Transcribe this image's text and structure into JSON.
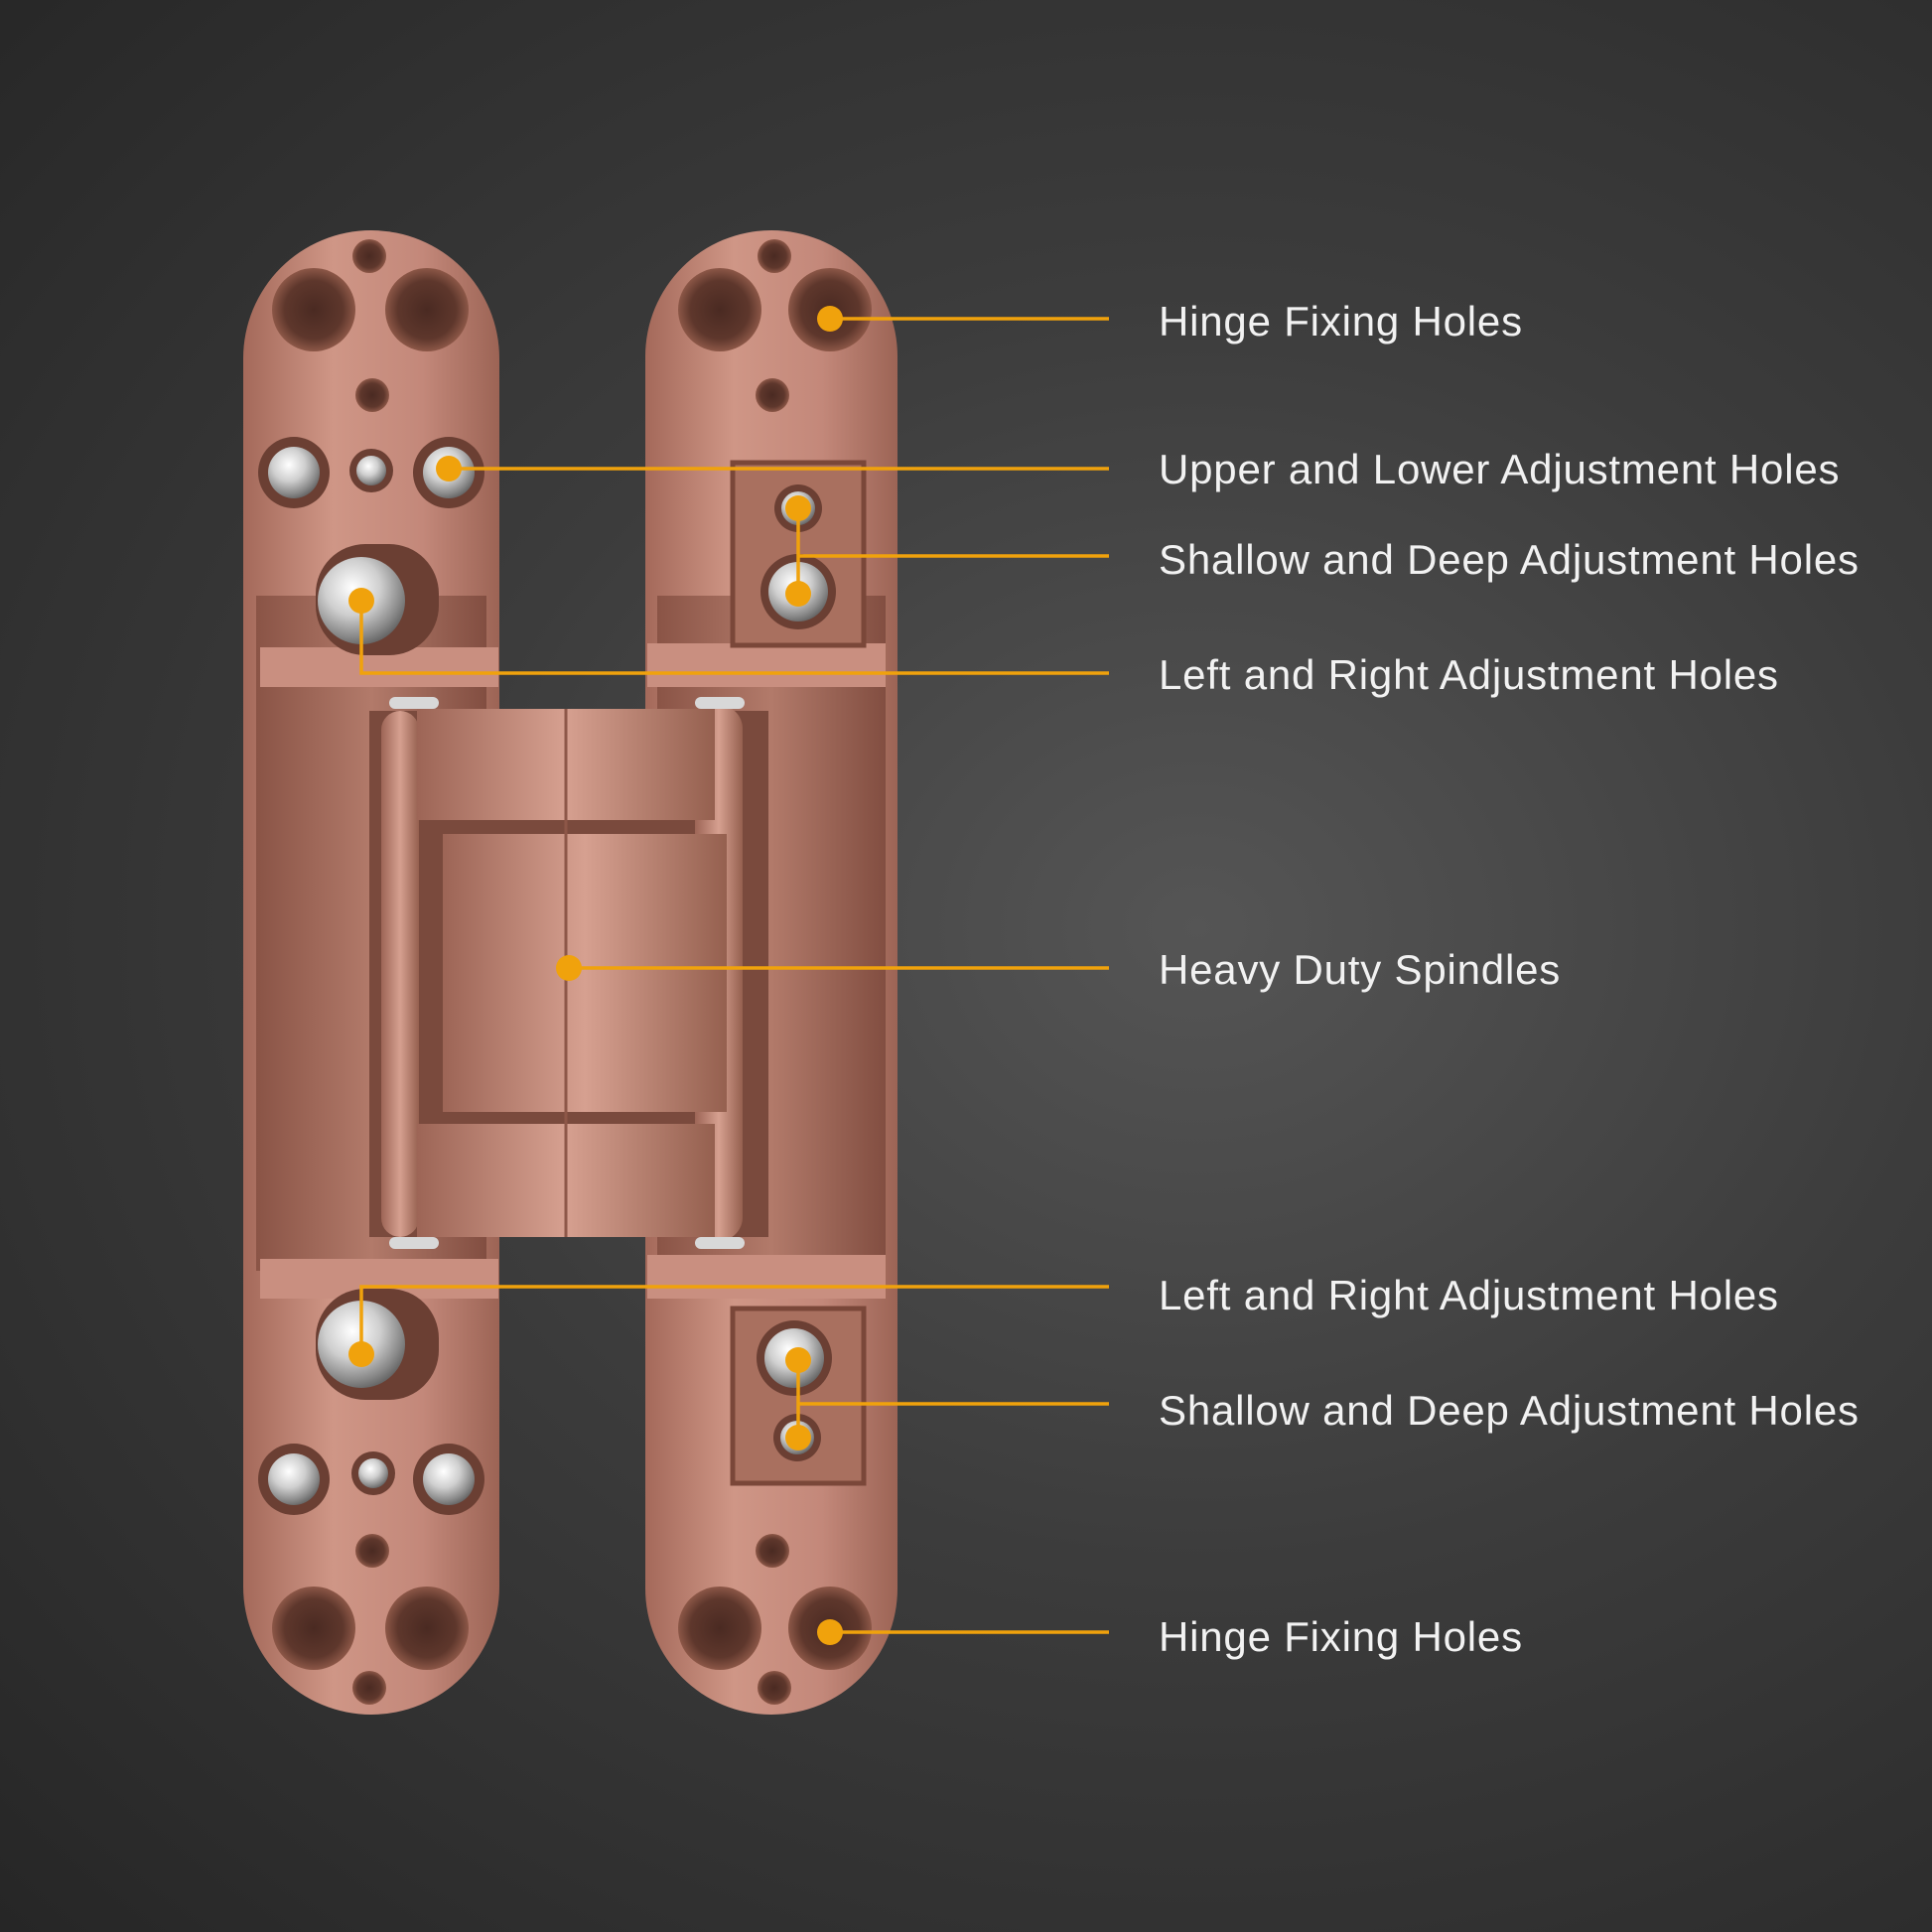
{
  "accent_color": "#f0a20c",
  "labels": [
    {
      "text": "Hinge Fixing Holes"
    },
    {
      "text": "Upper and Lower Adjustment Holes"
    },
    {
      "text": "Shallow and Deep Adjustment Holes"
    },
    {
      "text": "Left and Right Adjustment Holes"
    },
    {
      "text": "Heavy Duty Spindles"
    },
    {
      "text": "Left and Right Adjustment Holes"
    },
    {
      "text": "Shallow and Deep Adjustment Holes"
    },
    {
      "text": "Hinge Fixing Holes"
    }
  ]
}
